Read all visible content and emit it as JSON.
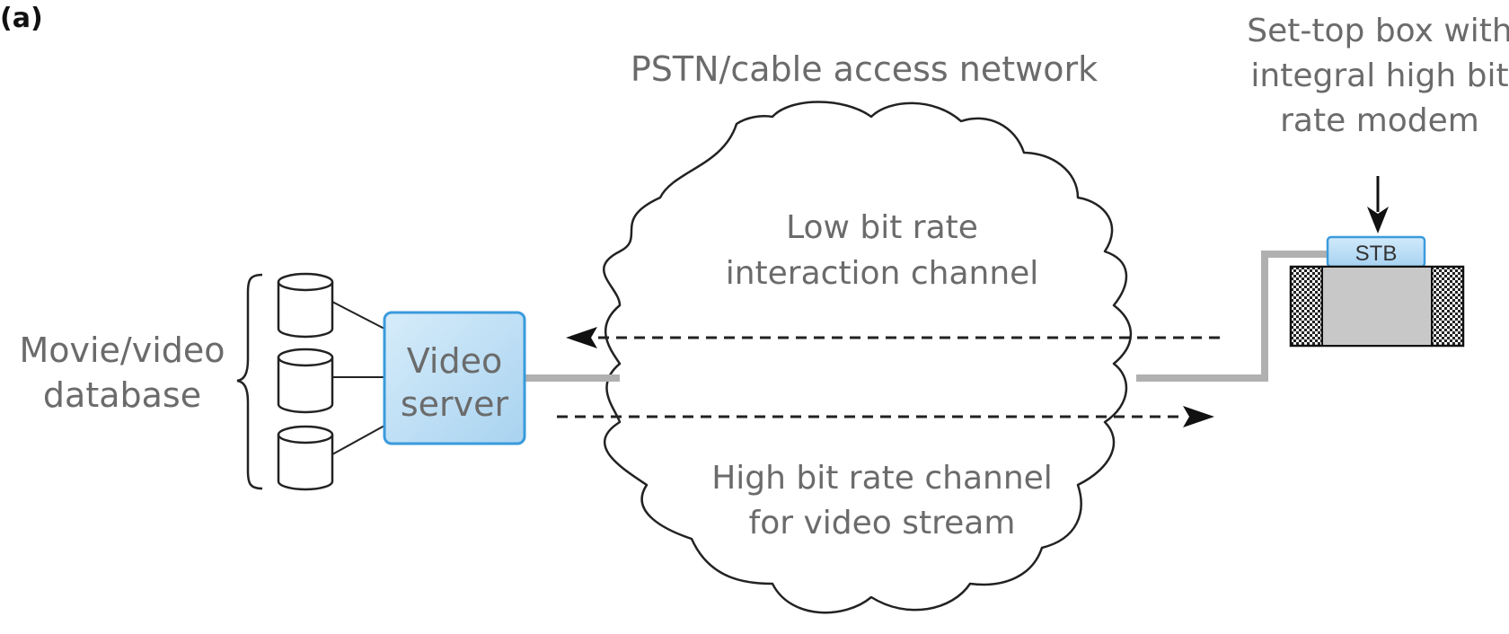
{
  "panel_label": "(a)",
  "network_title": "PSTN/cable access network",
  "low_channel": {
    "line1": "Low bit rate",
    "line2": "interaction channel"
  },
  "high_channel": {
    "line1": "High bit rate channel",
    "line2": "for video stream"
  },
  "database": {
    "line1": "Movie/video",
    "line2": "database"
  },
  "server": {
    "line1": "Video",
    "line2": "server"
  },
  "stb_caption": {
    "line1": "Set-top box with",
    "line2": "integral high bit",
    "line3": "rate modem"
  },
  "stb_label": "STB",
  "colors": {
    "server_fill": "#b9dcf4",
    "server_stroke": "#3a9bdc",
    "link_gray": "#b0b0b0",
    "stb_body": "#c8c8c8"
  }
}
